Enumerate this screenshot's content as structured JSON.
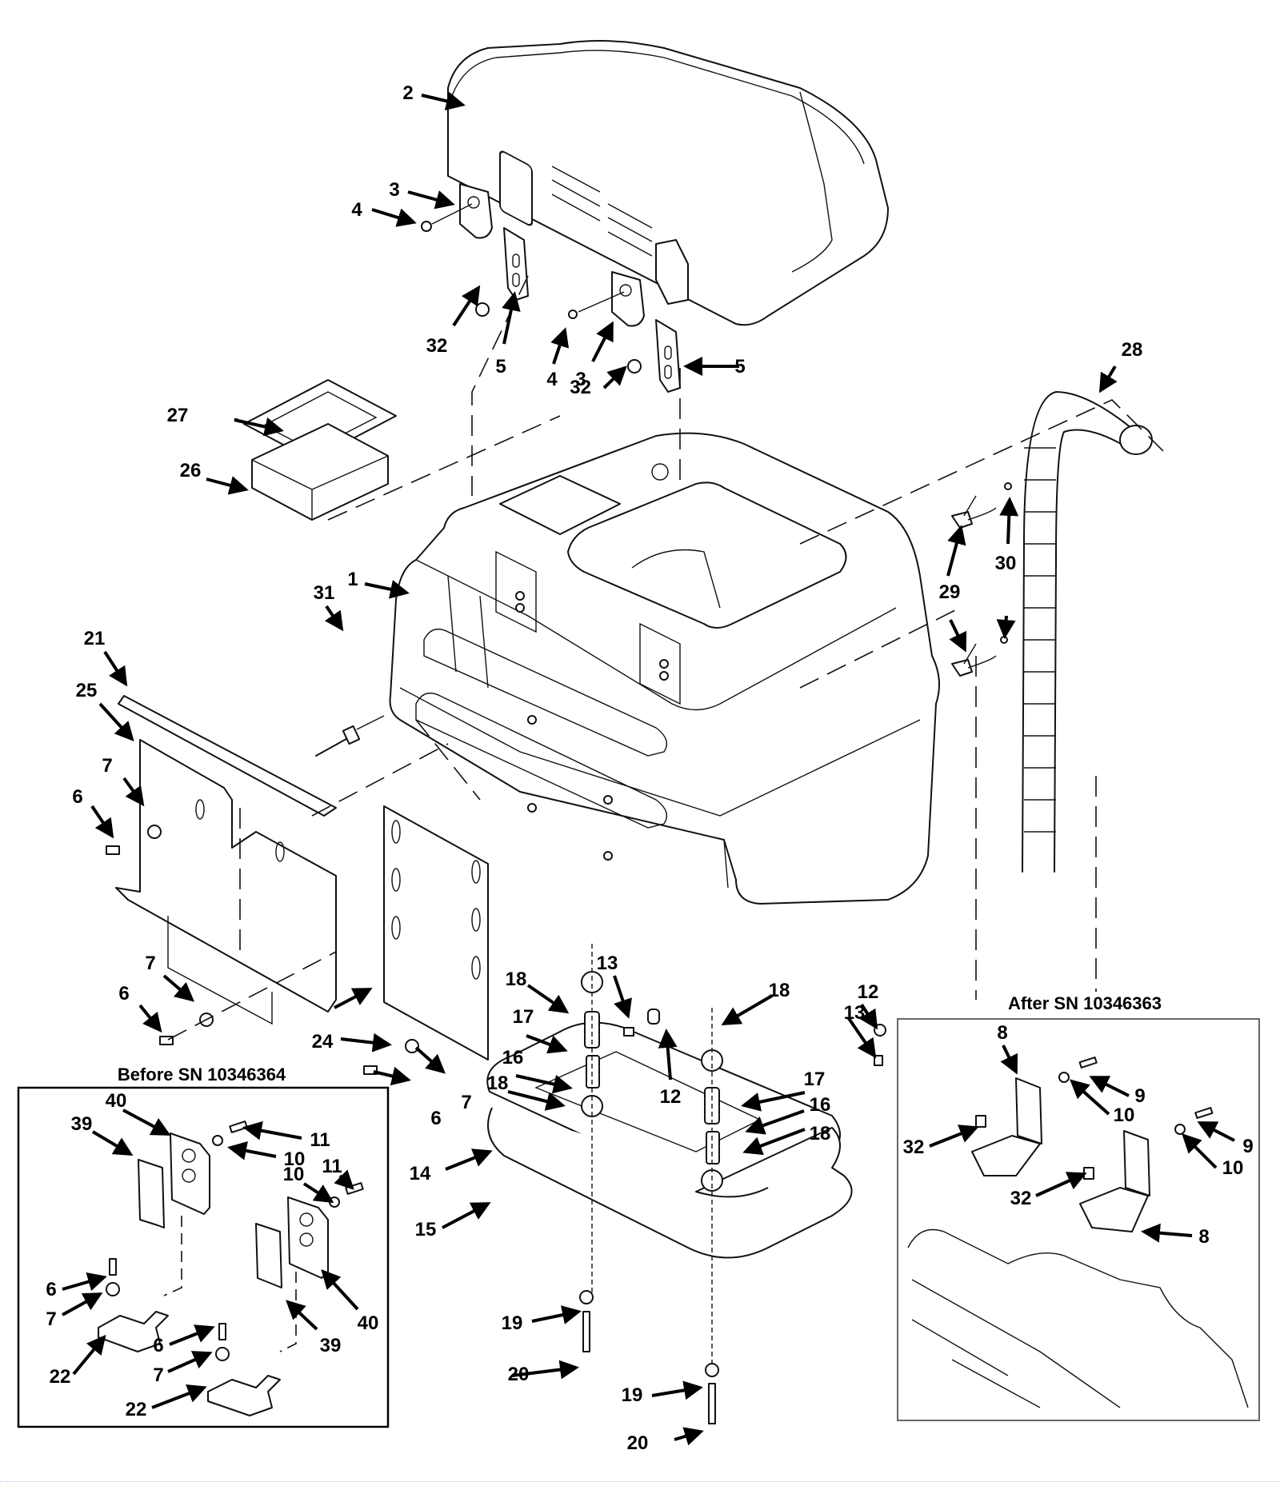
{
  "diagram": {
    "type": "exploded-parts-view",
    "insets": {
      "before": {
        "caption": "Before SN 10346364"
      },
      "after": {
        "caption": "After SN 10346363"
      }
    },
    "callouts": {
      "c2": "2",
      "c3a": "3",
      "c4a": "4",
      "c32a": "32",
      "c5a": "5",
      "c4b": "4",
      "c3b": "3",
      "c5b": "5",
      "c32b": "32",
      "c27": "27",
      "c26": "26",
      "c28": "28",
      "c1": "1",
      "c29": "29",
      "c30": "30",
      "c31": "31",
      "c21": "21",
      "c25": "25",
      "c7a": "7",
      "c6a": "6",
      "c7b": "7",
      "c6b": "6",
      "c24": "24",
      "c6c": "6",
      "c7c": "7",
      "c18a": "18",
      "c17a": "17",
      "c16a": "16",
      "c18b": "18",
      "c13a": "13",
      "c12a": "12",
      "c18c": "18",
      "c17b": "17",
      "c16b": "16",
      "c18d": "18",
      "c12b": "12",
      "c13b": "13",
      "c14": "14",
      "c15": "15",
      "c19a": "19",
      "c20a": "20",
      "c19b": "19",
      "c20b": "20",
      "b40a": "40",
      "b39a": "39",
      "b11a": "11",
      "b10a": "10",
      "b10b": "10",
      "b11b": "11",
      "b6a": "6",
      "b7a": "7",
      "b22a": "22",
      "b6b": "6",
      "b7b": "7",
      "b22b": "22",
      "b40b": "40",
      "b39b": "39",
      "a8a": "8",
      "a9a": "9",
      "a10a": "10",
      "a32a": "32",
      "a9b": "9",
      "a10b": "10",
      "a32b": "32",
      "a8b": "8"
    }
  }
}
